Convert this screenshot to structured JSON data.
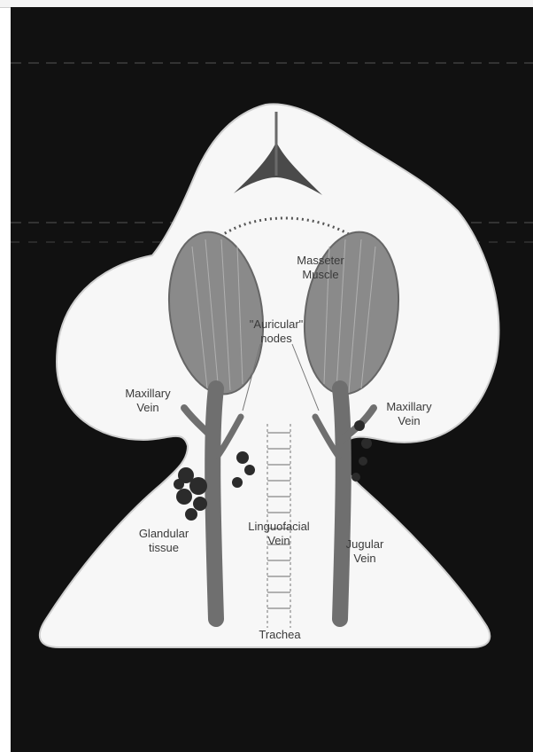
{
  "header": {
    "caption": ""
  },
  "diagram": {
    "labels": {
      "masseter_line1": "Masseter",
      "masseter_line2": "Muscle",
      "auricular_line1": "\"Auricular\"",
      "auricular_line2": "nodes",
      "maxillary_left_line1": "Maxillary",
      "maxillary_left_line2": "Vein",
      "maxillary_right_line1": "Maxillary",
      "maxillary_right_line2": "Vein",
      "glandular_line1": "Glandular",
      "glandular_line2": "tissue",
      "linguofacial_line1": "Linguofacial",
      "linguofacial_line2": "Vein",
      "jugular_line1": "Jugular",
      "jugular_line2": "Vein",
      "trachea": "Trachea"
    },
    "colors": {
      "background": "#111111",
      "silhouette": "#f7f7f7",
      "muscle": "#8a8a8a",
      "vein": "#6f6f6f",
      "node": "#2b2b2b",
      "label": "#3a3a3a"
    }
  }
}
